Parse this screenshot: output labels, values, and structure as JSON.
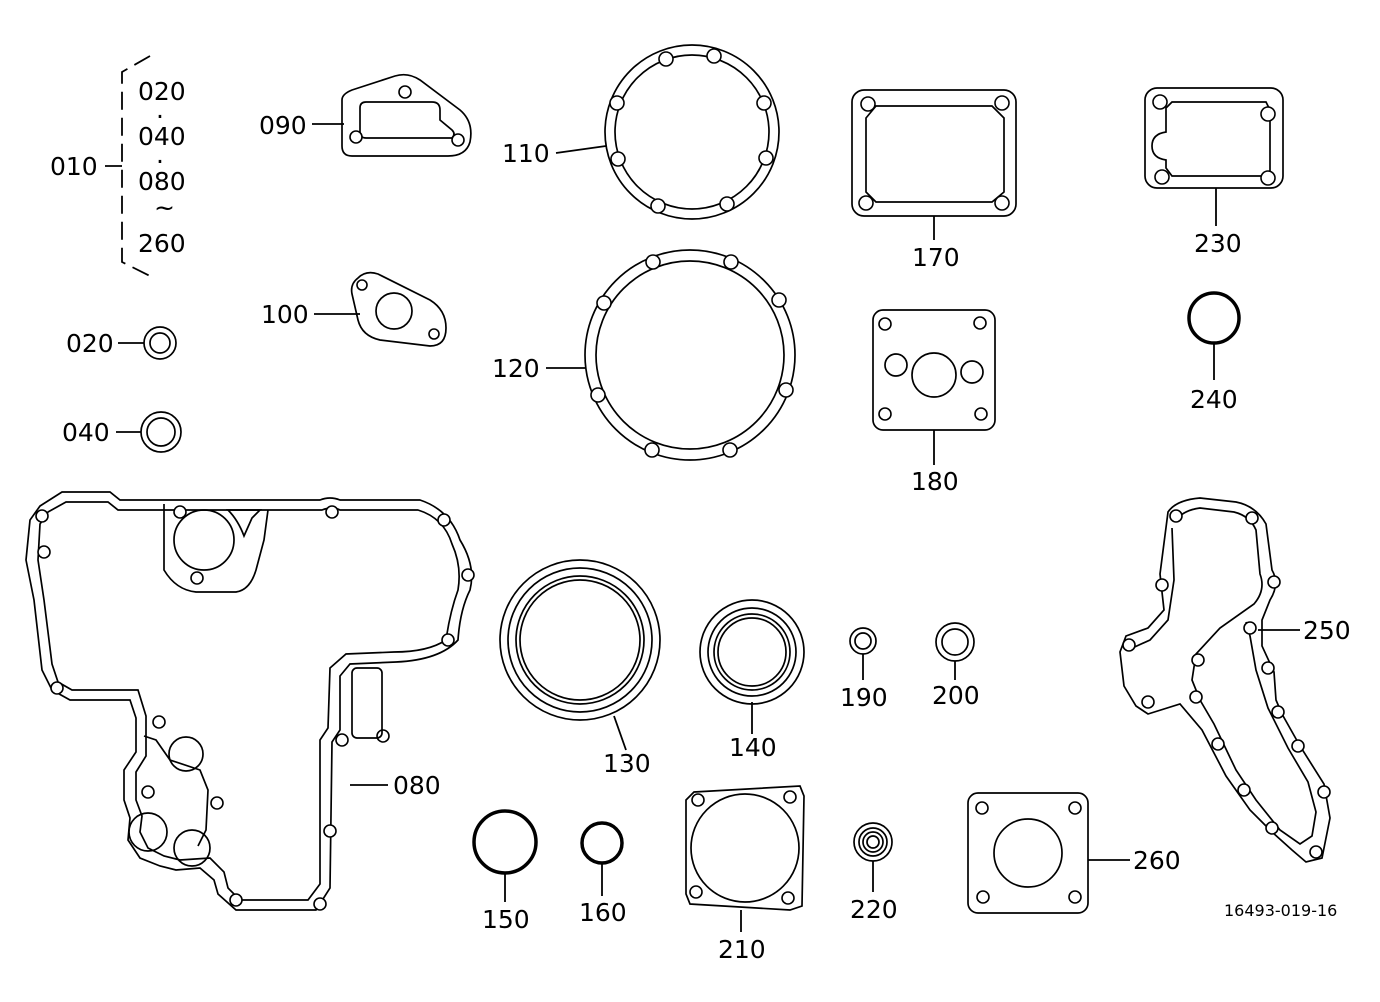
{
  "kit": {
    "label": "010",
    "contents": [
      "020",
      "040",
      "080",
      "260"
    ],
    "separators": [
      "·",
      "·",
      "~"
    ]
  },
  "parts": {
    "p020": "020",
    "p040": "040",
    "p080": "080",
    "p090": "090",
    "p100": "100",
    "p110": "110",
    "p120": "120",
    "p130": "130",
    "p140": "140",
    "p150": "150",
    "p160": "160",
    "p170": "170",
    "p180": "180",
    "p190": "190",
    "p200": "200",
    "p210": "210",
    "p220": "220",
    "p230": "230",
    "p240": "240",
    "p250": "250",
    "p260": "260"
  },
  "drawing_code": "16493-019-16"
}
